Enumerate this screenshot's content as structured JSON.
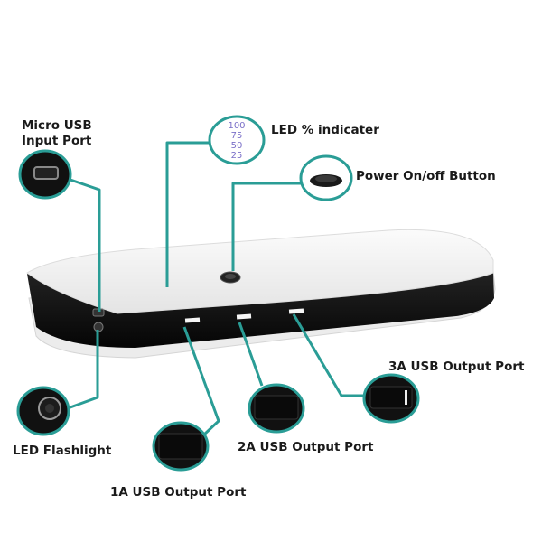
{
  "colors": {
    "accent": "#2a9d96",
    "body_white": "#f2f2f2",
    "body_black": "#111111"
  },
  "labels": {
    "micro_usb": [
      "Micro USB",
      "Input Port"
    ],
    "led_indicator": "LED % indicater",
    "power_button": "Power On/off Button",
    "usb_3a": "3A USB Output Port",
    "usb_2a": "2A USB Output Port",
    "usb_1a": "1A USB Output Port",
    "flashlight": "LED Flashlight"
  },
  "led_levels": [
    "100",
    "75",
    "50",
    "25"
  ]
}
